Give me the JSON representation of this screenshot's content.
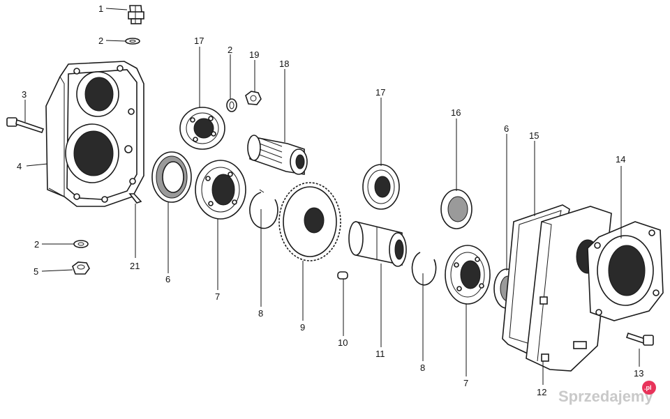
{
  "callouts": [
    {
      "id": "c1",
      "text": "1"
    },
    {
      "id": "c2a",
      "text": "2"
    },
    {
      "id": "c2b",
      "text": "2"
    },
    {
      "id": "c2c",
      "text": "2"
    },
    {
      "id": "c3",
      "text": "3"
    },
    {
      "id": "c4",
      "text": "4"
    },
    {
      "id": "c5",
      "text": "5"
    },
    {
      "id": "c6a",
      "text": "6"
    },
    {
      "id": "c6b",
      "text": "6"
    },
    {
      "id": "c7a",
      "text": "7"
    },
    {
      "id": "c7b",
      "text": "7"
    },
    {
      "id": "c8a",
      "text": "8"
    },
    {
      "id": "c8b",
      "text": "8"
    },
    {
      "id": "c9",
      "text": "9"
    },
    {
      "id": "c10",
      "text": "10"
    },
    {
      "id": "c11",
      "text": "11"
    },
    {
      "id": "c12",
      "text": "12"
    },
    {
      "id": "c13",
      "text": "13"
    },
    {
      "id": "c14",
      "text": "14"
    },
    {
      "id": "c15",
      "text": "15"
    },
    {
      "id": "c16",
      "text": "16"
    },
    {
      "id": "c17a",
      "text": "17"
    },
    {
      "id": "c17b",
      "text": "17"
    },
    {
      "id": "c18",
      "text": "18"
    },
    {
      "id": "c19",
      "text": "19"
    },
    {
      "id": "c21",
      "text": "21"
    }
  ],
  "watermark": {
    "text": "Sprzedajemy",
    "badge": ".pl",
    "badge_color": "#e8335a"
  }
}
